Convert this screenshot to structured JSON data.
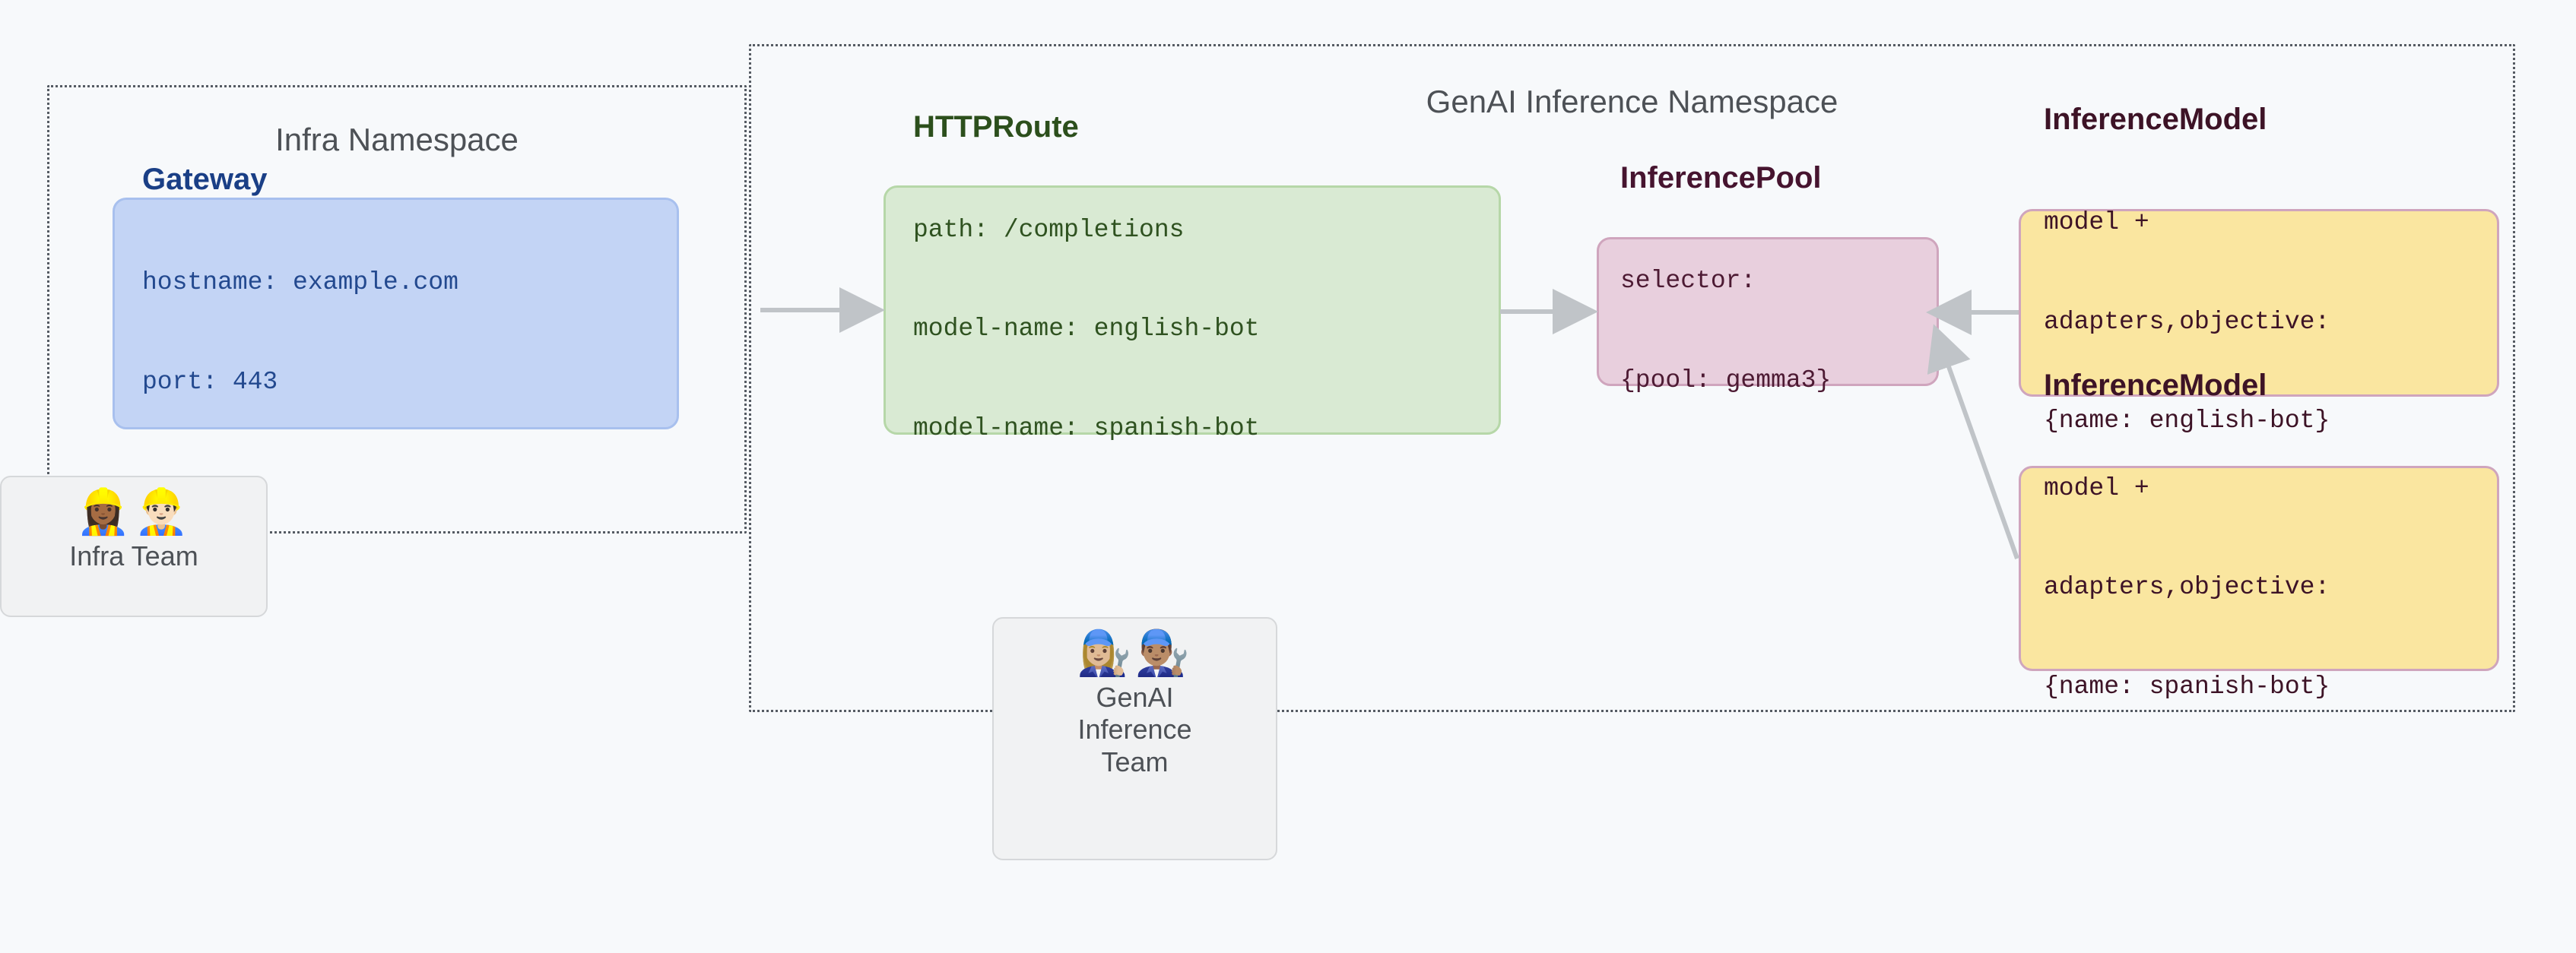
{
  "namespaces": [
    {
      "id": "infra",
      "title": "Infra Namespace"
    },
    {
      "id": "genai",
      "title": "GenAI Inference Namespace"
    }
  ],
  "cards": {
    "gateway": {
      "title": "Gateway",
      "lines": [
        "hostname: example.com",
        "port: 443"
      ],
      "fill": "#c3d4f5",
      "border": "#a8c0ee"
    },
    "httproute": {
      "title": "HTTPRoute",
      "lines": [
        "path: /completions",
        "model-name: english-bot",
        "model-name: spanish-bot"
      ],
      "fill": "#d9ead3",
      "border": "#b6d7a8"
    },
    "inferencepool": {
      "title": "InferencePool",
      "lines": [
        "selector:",
        "{pool: gemma3}"
      ],
      "fill": "#e8cfdd",
      "border": "#cfa5bd"
    },
    "inferencemodel_english": {
      "title": "InferenceModel",
      "lines": [
        "model +",
        "adapters,objective:",
        "{name: english-bot}"
      ],
      "fill": "#fae6a0",
      "border": "#cfa5bd"
    },
    "inferencemodel_spanish": {
      "title": "InferenceModel",
      "lines": [
        "model +",
        "adapters,objective:",
        "{name: spanish-bot}"
      ],
      "fill": "#fae6a0",
      "border": "#cfa5bd"
    }
  },
  "teams": {
    "infra": {
      "emoji": "👷🏾‍♀️👷🏻‍♂️",
      "label": "Infra Team"
    },
    "genai": {
      "emoji": "👩🏼‍🔧👨🏽‍🔧",
      "label": "GenAI\nInference\nTeam"
    }
  },
  "colors": {
    "background": "#f7f9fb",
    "namespace_border": "#555b63",
    "arrow": "#c0c4c8",
    "namespace_title_text": "#4d5156",
    "team_text": "#4d5156"
  }
}
